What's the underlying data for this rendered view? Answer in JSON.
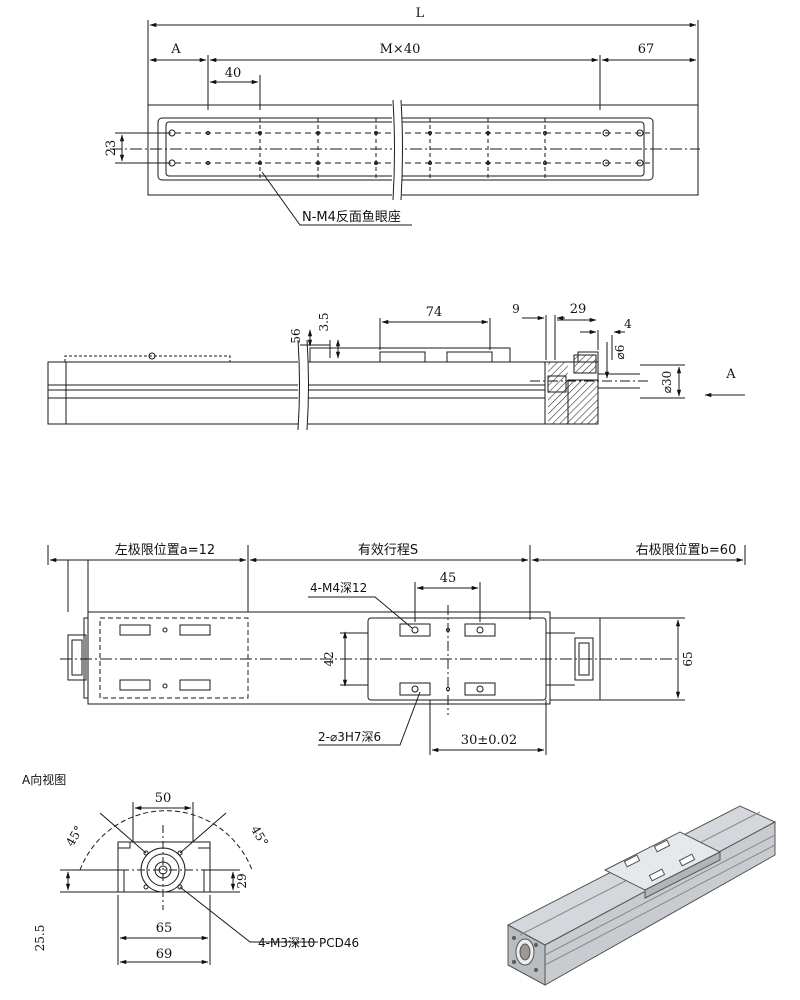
{
  "top_view": {
    "dim_L": "L",
    "dim_A": "A",
    "dim_pitch": "M×40",
    "dim_67": "67",
    "dim_40": "40",
    "dim_23": "23",
    "note_fisheye": "N-M4反面鱼眼座"
  },
  "side_view": {
    "dim_56": "56",
    "dim_3_5": "3.5",
    "dim_74": "74",
    "dim_9": "9",
    "dim_29": "29",
    "dim_4": "4",
    "dim_phi6": "⌀6",
    "dim_phi30": "⌀30",
    "arrow_A": "A"
  },
  "plan_view": {
    "left_limit": "左极限位置a=12",
    "stroke": "有效行程S",
    "right_limit": "右极限位置b=60",
    "note_m4": "4-M4深12",
    "dim_45": "45",
    "dim_42": "42",
    "dim_65": "65",
    "note_pin": "2-⌀3H7深6",
    "dim_30": "30±0.02"
  },
  "a_view": {
    "title": "A向视图",
    "dim_50": "50",
    "angle_left": "45°",
    "angle_right": "45°",
    "dim_29": "29",
    "dim_65": "65",
    "dim_69": "69",
    "dim_25_5": "25.5",
    "note_m3": "4-M3深10 PCD46"
  },
  "colors": {
    "line": "#1a1a1a",
    "hatch": "#333333",
    "iso_body": "#c8ccd0"
  }
}
